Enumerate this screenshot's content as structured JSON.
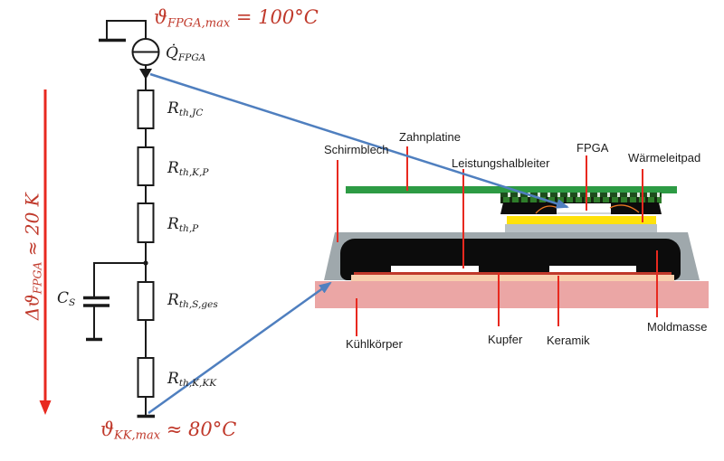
{
  "colors": {
    "red-text": "#c0392b",
    "red-line": "#e8291f",
    "blue-arrow": "#4f7fbf",
    "wire-black": "#1a1a1a",
    "pcb-green": "#2d9b44",
    "fpga-pcb-green": "#2e7d2a",
    "pad-yellow": "#ffe20a",
    "pedestal-gray": "#b9c1c5",
    "shell-gray": "#9fa8ac",
    "mold-black": "#0c0c0c",
    "copper": "#c0392b",
    "ceramic": "#f8cfae",
    "heatsink-pink": "#eba6a5",
    "bondwire-orange": "#e87722"
  },
  "circuit": {
    "top_temp": {
      "sym": "ϑ",
      "sub": "FPGA,max",
      "rest": " = 100°C"
    },
    "source_label": {
      "sym": "Q̇",
      "sub": "FPGA"
    },
    "resistors": [
      {
        "sym": "R",
        "sub": "th,JC"
      },
      {
        "sym": "R",
        "sub": "th,K,P"
      },
      {
        "sym": "R",
        "sub": "th,P"
      },
      {
        "sym": "R",
        "sub": "th,S,ges"
      },
      {
        "sym": "R",
        "sub": "th,K,KK"
      }
    ],
    "capacitor_label": {
      "sym": "C",
      "sub": "S"
    },
    "bottom_temp": {
      "sym": "ϑ",
      "sub": "KK,max",
      "rest": " ≈ 80°C"
    },
    "delta_label": {
      "sym": "Δϑ",
      "sub": "FPGA",
      "rest": " ≈ 20 K"
    }
  },
  "module": {
    "top_labels": [
      "Schirmblech",
      "Zahnplatine",
      "Leistungshalbleiter",
      "FPGA",
      "Wärmeleitpad"
    ],
    "bottom_labels": [
      "Kühlkörper",
      "Kupfer",
      "Keramik",
      "Moldmasse"
    ]
  }
}
